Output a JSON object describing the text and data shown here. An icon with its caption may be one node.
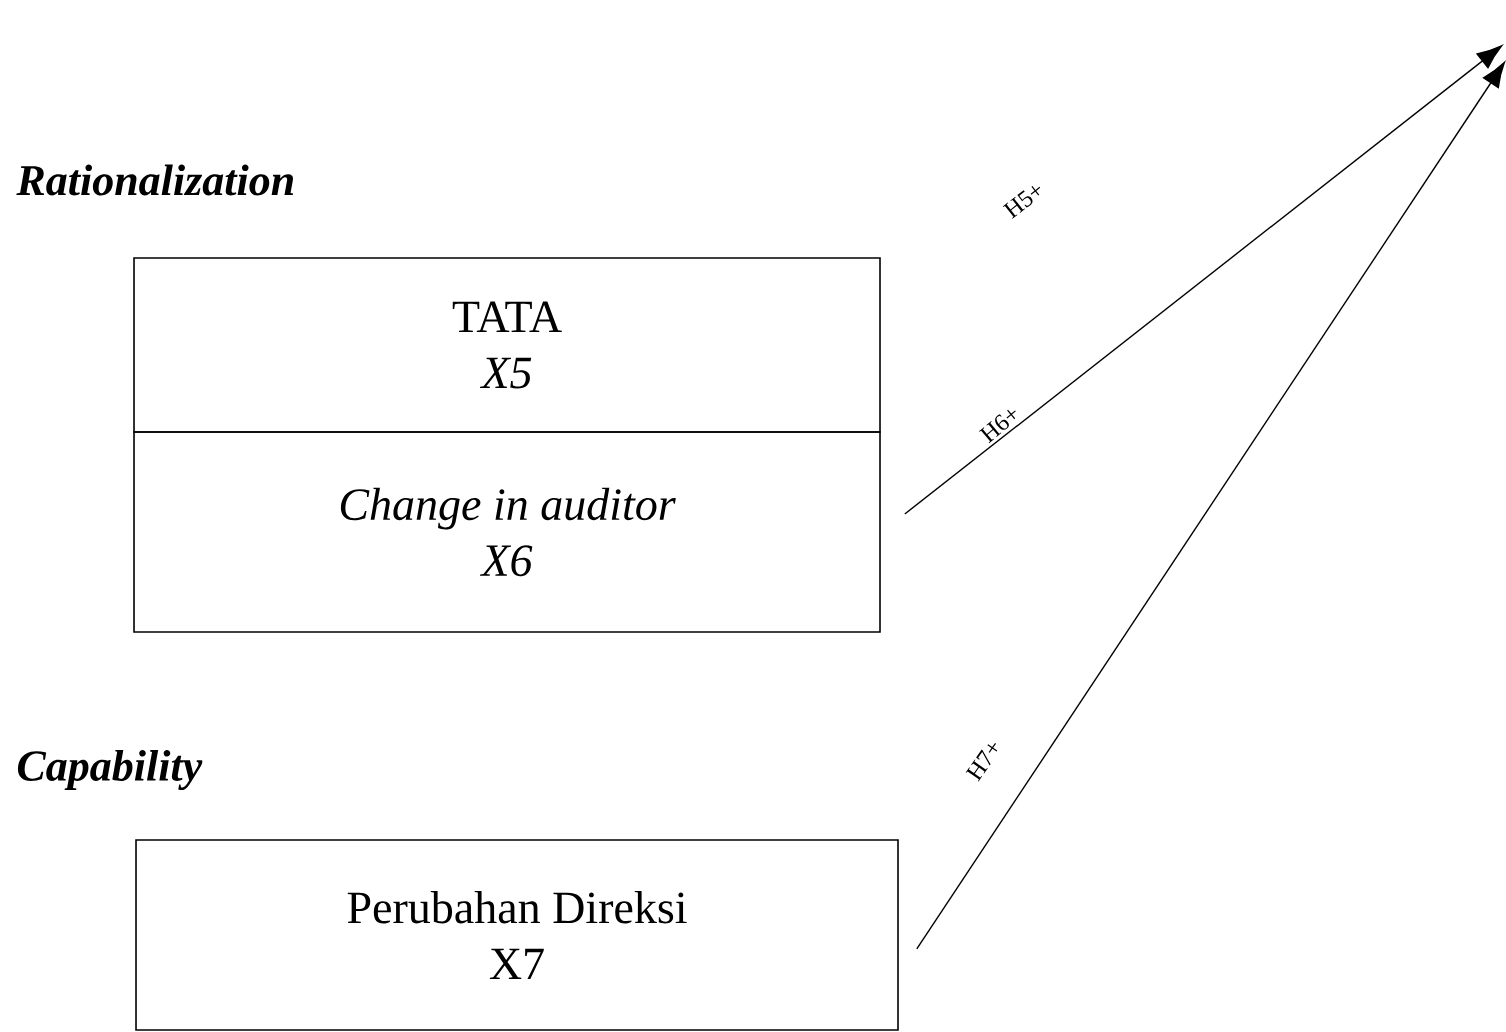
{
  "diagram": {
    "nodes": [
      {
        "text": [
          "TATA",
          "*X5*"
        ]
      },
      {
        "text": [
          "Change in auditor",
          "X6"
        ]
      },
      {
        "text": [
          "Perubahan Direksi",
          "X7"
        ]
      }
    ],
    "edges": [
      {
        "from": 1,
        "to": null,
        "arrow": "to",
        "label": "H6+"
      },
      {
        "from": 2,
        "to": null,
        "arrow": "to",
        "label": "H7+"
      }
    ],
    "labels": [
      "Rationalization",
      "H5+",
      "Capability"
    ]
  }
}
